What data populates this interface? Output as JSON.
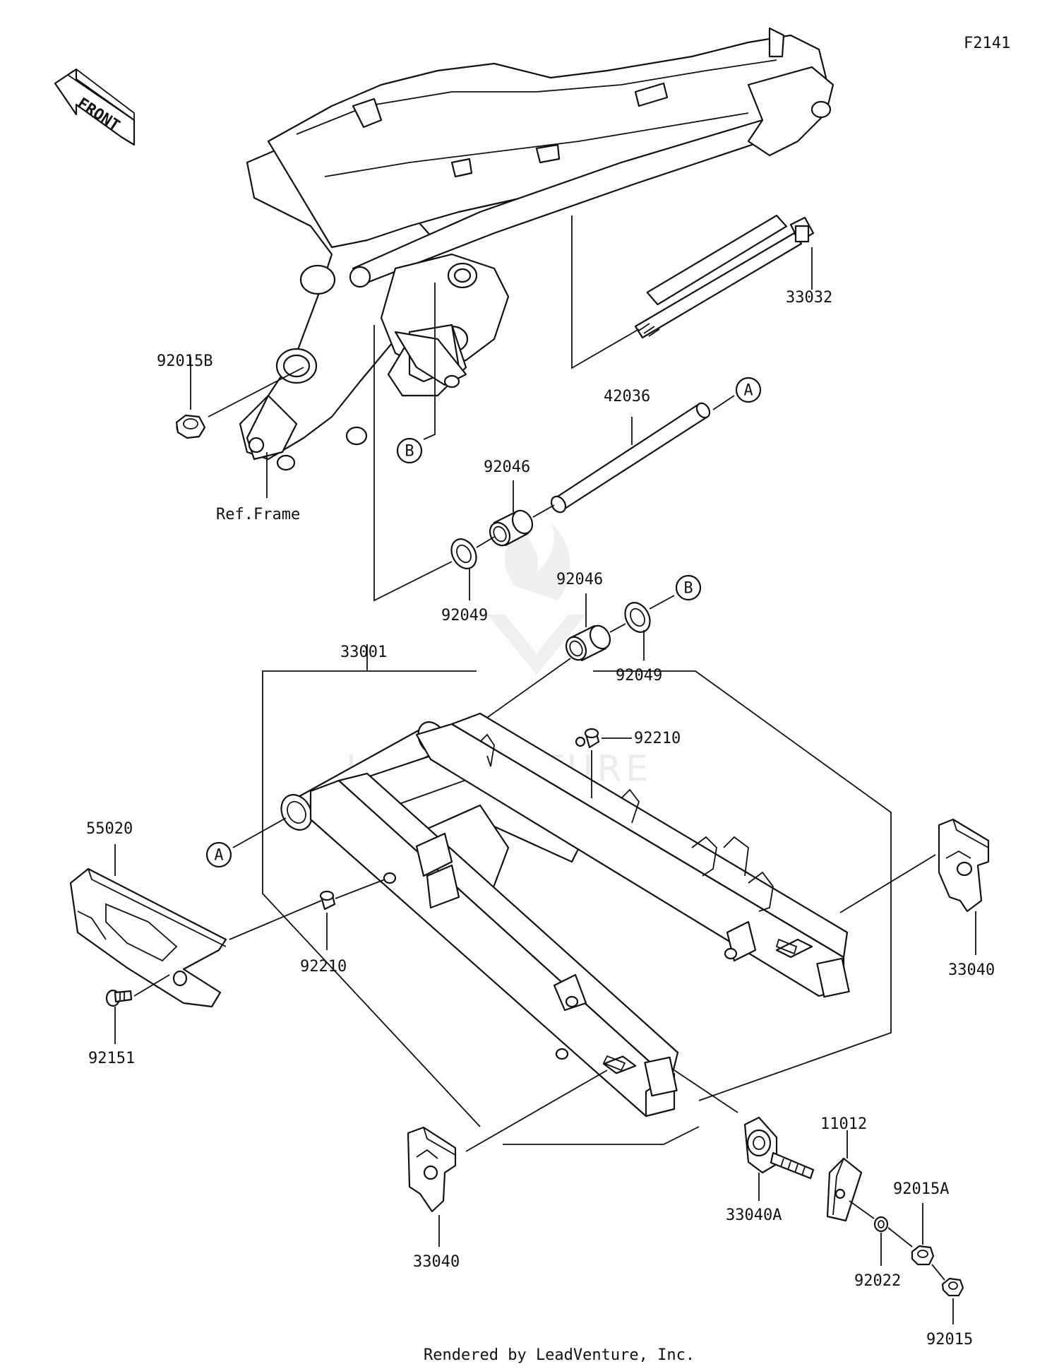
{
  "figure_code": "F2141",
  "front_arrow_label": "FRONT",
  "watermark": "LEADVENTURE",
  "ref_frame_label": "Ref.Frame",
  "footer": "Rendered by LeadVenture, Inc.",
  "refs": {
    "a": "A",
    "b": "B"
  },
  "parts": {
    "p33032": "33032",
    "p92015B": "92015B",
    "p42036": "42036",
    "p92046_upper": "92046",
    "p92049_upper": "92049",
    "p92046_lower": "92046",
    "p92049_lower": "92049",
    "p33001": "33001",
    "p92210_right": "92210",
    "p92210_left": "92210",
    "p55020": "55020",
    "p92151": "92151",
    "p33040_right": "33040",
    "p33040_bottom": "33040",
    "p33040A": "33040A",
    "p11012": "11012",
    "p92015A": "92015A",
    "p92022": "92022",
    "p92015": "92015"
  }
}
